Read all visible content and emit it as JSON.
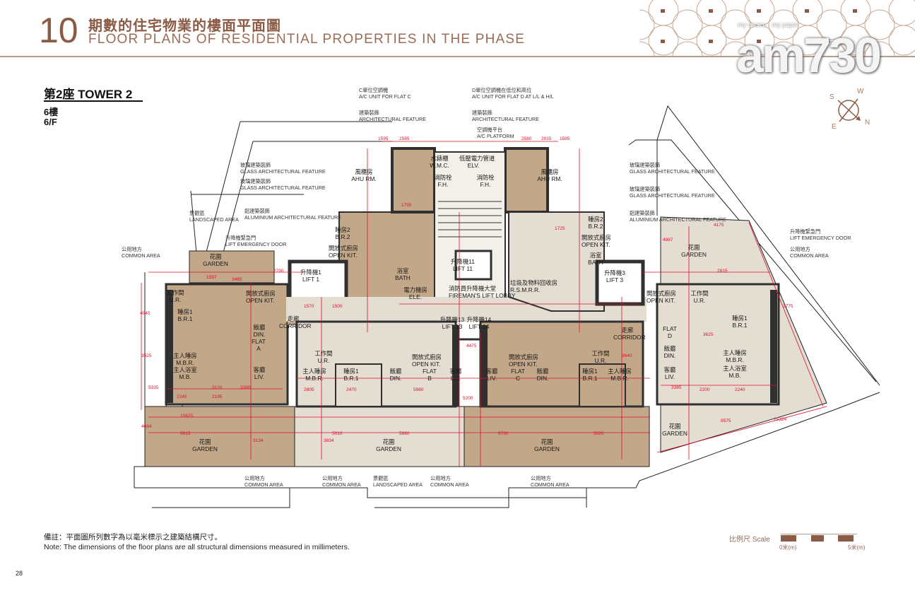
{
  "header": {
    "section_number": "10",
    "title_zh": "期數的住宅物業的樓面平面圖",
    "title_en": "FLOOR PLANS OF RESIDENTIAL PROPERTIES IN THE PHASE"
  },
  "watermark": {
    "brand": "am730",
    "tagline": "my choice · my paper"
  },
  "plan": {
    "tower": "第2座 TOWER 2",
    "floor_zh": "6樓",
    "floor_en": "6/F",
    "compass": {
      "n": "N",
      "s": "S",
      "e": "E",
      "w": "W"
    },
    "callouts": [
      {
        "zh": "C單位空調機",
        "en": "A/C UNIT FOR FLAT C"
      },
      {
        "zh": "建築裝飾",
        "en": "ARCHITECTURAL FEATURE"
      },
      {
        "zh": "D單位空調機在低位和高位",
        "en": "A/C UNIT FOR FLAT D AT L/L & H/L"
      },
      {
        "zh": "建築裝飾",
        "en": "ARCHITECTURAL FEATURE"
      },
      {
        "zh": "空調機平台",
        "en": "A/C PLATFORM"
      },
      {
        "zh": "玻璃建築裝飾",
        "en": "GLASS ARCHITECTURAL FEATURE"
      },
      {
        "zh": "玻璃建築裝飾",
        "en": "GLASS ARCHITECTURAL FEATURE"
      },
      {
        "zh": "景觀區",
        "en": "LANDSCAPED AREA"
      },
      {
        "zh": "鋁建築裝飾",
        "en": "ALUMINIUM ARCHITECTURAL FEATURE"
      },
      {
        "zh": "升降機緊急門",
        "en": "LIFT EMERGENCY DOOR"
      },
      {
        "zh": "公用地方",
        "en": "COMMON AREA"
      },
      {
        "zh": "玻璃建築裝飾",
        "en": "GLASS ARCHITECTURAL FEATURE"
      },
      {
        "zh": "玻璃建築裝飾",
        "en": "GLASS ARCHITECTURAL FEATURE"
      },
      {
        "zh": "鋁建築裝飾",
        "en": "ALUMINIUM ARCHITECTURAL FEATURE"
      },
      {
        "zh": "升降機緊急門",
        "en": "LIFT EMERGENCY DOOR"
      },
      {
        "zh": "公用地方",
        "en": "COMMON AREA"
      },
      {
        "zh": "公用地方",
        "en": "COMMON AREA"
      },
      {
        "zh": "公用地方",
        "en": "COMMON AREA"
      },
      {
        "zh": "景觀區",
        "en": "LANDSCAPED AREA"
      },
      {
        "zh": "公用地方",
        "en": "COMMON AREA"
      },
      {
        "zh": "公用地方",
        "en": "COMMON AREA"
      }
    ],
    "rooms": [
      {
        "zh": "花園",
        "en": "GARDEN"
      },
      {
        "zh": "工作間",
        "en": "U.R."
      },
      {
        "zh": "睡房1",
        "en": "B.R.1"
      },
      {
        "zh": "開放式廚房",
        "en": "OPEN KIT."
      },
      {
        "zh": "走廊",
        "en": "CORRIDOR"
      },
      {
        "zh": "飯廳",
        "en": "DIN."
      },
      {
        "zh": "FLAT",
        "en": "A"
      },
      {
        "zh": "主人睡房",
        "en": "M.B.R."
      },
      {
        "zh": "主人浴室",
        "en": "M.B."
      },
      {
        "zh": "客廳",
        "en": "LIV."
      },
      {
        "zh": "睡房2",
        "en": "B.R.2"
      },
      {
        "zh": "開放式廚房",
        "en": "OPEN KIT."
      },
      {
        "zh": "浴室",
        "en": "BATH"
      },
      {
        "zh": "風櫃房",
        "en": "AHU RM."
      },
      {
        "zh": "升降機1",
        "en": "LIFT 1"
      },
      {
        "zh": "水錶櫃",
        "en": "W.M.C."
      },
      {
        "zh": "低壓電力管道",
        "en": "ELV."
      },
      {
        "zh": "消防栓",
        "en": "F.H."
      },
      {
        "zh": "消防栓",
        "en": "F.H."
      },
      {
        "zh": "風櫃房",
        "en": "AHU RM."
      },
      {
        "zh": "升降機11",
        "en": "LIFT 11"
      },
      {
        "zh": "消防員升降機大堂",
        "en": "FIREMAN'S LIFT LOBBY"
      },
      {
        "zh": "電力機房",
        "en": "ELE."
      },
      {
        "zh": "垃圾及物料回收房",
        "en": "R.S.M.R.R."
      },
      {
        "zh": "升降機13",
        "en": "LIFT 13"
      },
      {
        "zh": "升降機14",
        "en": "LIFT 14"
      },
      {
        "zh": "主人睡房",
        "en": "M.B.R."
      },
      {
        "zh": "睡房1",
        "en": "B.R.1"
      },
      {
        "zh": "飯廳",
        "en": "DIN."
      },
      {
        "zh": "FLAT",
        "en": "B"
      },
      {
        "zh": "客廳",
        "en": "LIV."
      },
      {
        "zh": "客廳",
        "en": "LIV."
      },
      {
        "zh": "FLAT",
        "en": "C"
      },
      {
        "zh": "飯廳",
        "en": "DIN."
      },
      {
        "zh": "睡房1",
        "en": "B.R.1"
      },
      {
        "zh": "主人睡房",
        "en": "M.B.R."
      },
      {
        "zh": "睡房2",
        "en": "B.R.2"
      },
      {
        "zh": "開放式廚房",
        "en": "OPEN KIT."
      },
      {
        "zh": "浴室",
        "en": "BATH"
      },
      {
        "zh": "升降機3",
        "en": "LIFT 3"
      },
      {
        "zh": "花園",
        "en": "GARDEN"
      },
      {
        "zh": "開放式廚房",
        "en": "OPEN KIT."
      },
      {
        "zh": "工作間",
        "en": "U.R."
      },
      {
        "zh": "睡房1",
        "en": "B.R.1"
      },
      {
        "zh": "FLAT",
        "en": "D"
      },
      {
        "zh": "飯廳",
        "en": "DIN."
      },
      {
        "zh": "主人睡房",
        "en": "M.B.R."
      },
      {
        "zh": "主人浴室",
        "en": "M.B."
      },
      {
        "zh": "客廳",
        "en": "LIV."
      },
      {
        "zh": "走廊",
        "en": "CORRIDOR"
      },
      {
        "zh": "花園",
        "en": "GARDEN"
      },
      {
        "zh": "花園",
        "en": "GARDEN"
      },
      {
        "zh": "花園",
        "en": "GARDEN"
      },
      {
        "zh": "花園",
        "en": "GARDEN"
      },
      {
        "zh": "工作間",
        "en": "U.R."
      },
      {
        "zh": "工作間",
        "en": "U.R."
      },
      {
        "zh": "開放式廚房",
        "en": "OPEN KIT."
      },
      {
        "zh": "開放式廚房",
        "en": "OPEN KIT."
      }
    ],
    "dimensions": [
      "1595",
      "2585",
      "2580",
      "2015",
      "1595",
      "2790",
      "2815",
      "1597",
      "3465",
      "1570",
      "3390",
      "3385",
      "1500",
      "3525",
      "4045",
      "5335",
      "3120",
      "9915",
      "10625",
      "5010",
      "5880",
      "5980",
      "6730",
      "5020",
      "8575",
      "15324",
      "4684",
      "3134",
      "3834",
      "4987",
      "4175",
      "2245",
      "2195",
      "2200",
      "2240",
      "2805",
      "2470",
      "5200",
      "4475",
      "3640",
      "2775",
      "3625",
      "1795",
      "1725"
    ]
  },
  "footer": {
    "note_zh": "備註：平面圖所列數字為以毫米標示之建築結構尺寸。",
    "note_en": "Note:  The dimensions of the floor plans are all structural dimensions measured in millimeters.",
    "scale_label": "比例尺 Scale",
    "scale_min": "0米(m)",
    "scale_max": "5米(m)",
    "page_number": "28"
  },
  "colors": {
    "brand": "#8b5b45",
    "dimension": "#e0102a",
    "unit_fill": "#c2a788",
    "common_fill": "#e4ddd2",
    "wall": "#303030"
  }
}
